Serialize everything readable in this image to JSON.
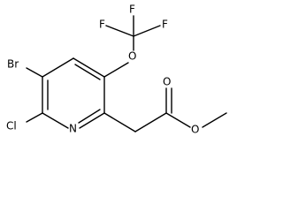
{
  "molecule": {
    "atoms": {
      "f_left": "F",
      "f_top": "F",
      "f_right": "F",
      "o_ether": "O",
      "br": "Br",
      "cl": "Cl",
      "n": "N",
      "o_carbonyl": "O",
      "o_ester": "O"
    },
    "colors": {
      "bond": "#000000",
      "label": "#000000",
      "background": "#ffffff"
    }
  }
}
